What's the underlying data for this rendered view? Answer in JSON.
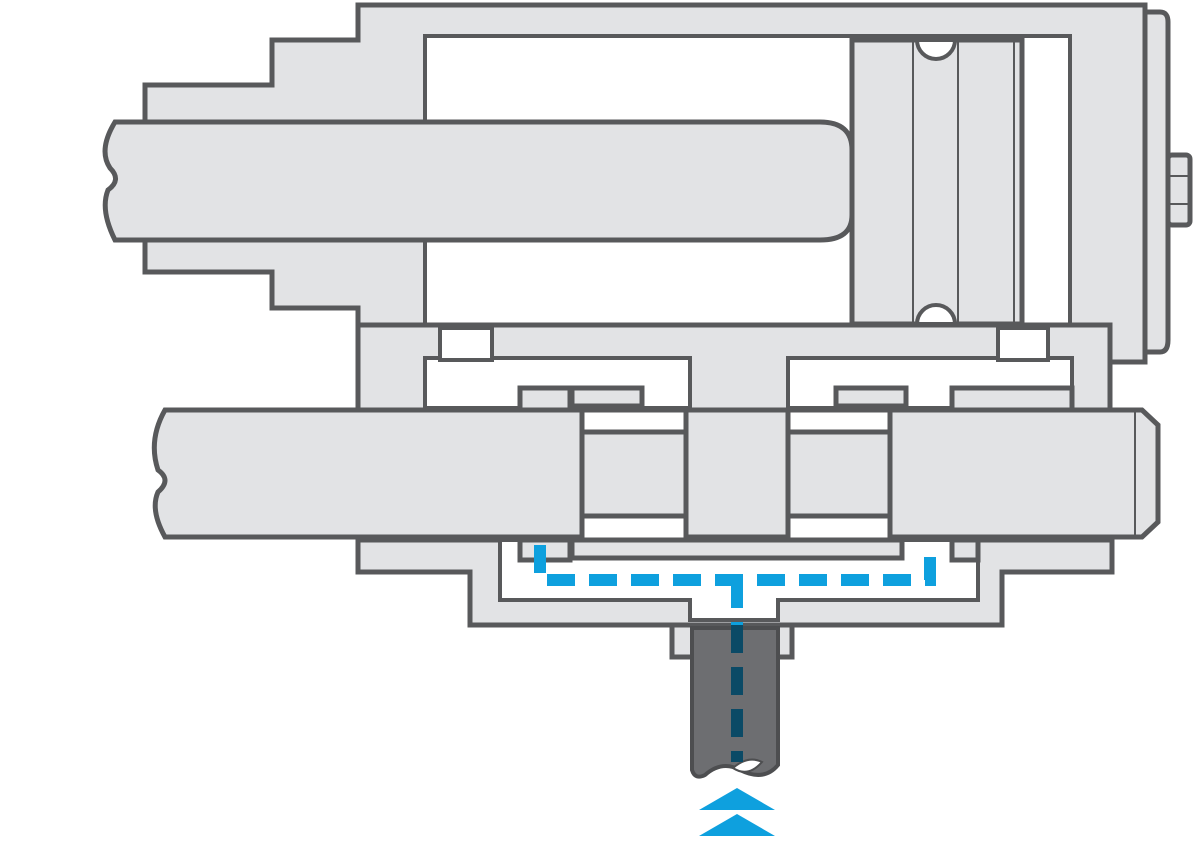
{
  "diagram": {
    "type": "pneumatic cylinder with spool valve cross-section",
    "labels": [],
    "colors": {
      "housing": "#e2e3e5",
      "outline": "#58595b",
      "chamber": "#ffffff",
      "supply_pipe": "#6d6e71",
      "air_flow": "#0ea0de",
      "air_flow_in_pipe": "#0b4a66"
    },
    "flow_direction": "up",
    "components": [
      "cylinder-housing",
      "piston",
      "piston-rod",
      "valve-body",
      "spool",
      "supply-pipe",
      "air-flow-path",
      "inlet-arrows"
    ]
  }
}
